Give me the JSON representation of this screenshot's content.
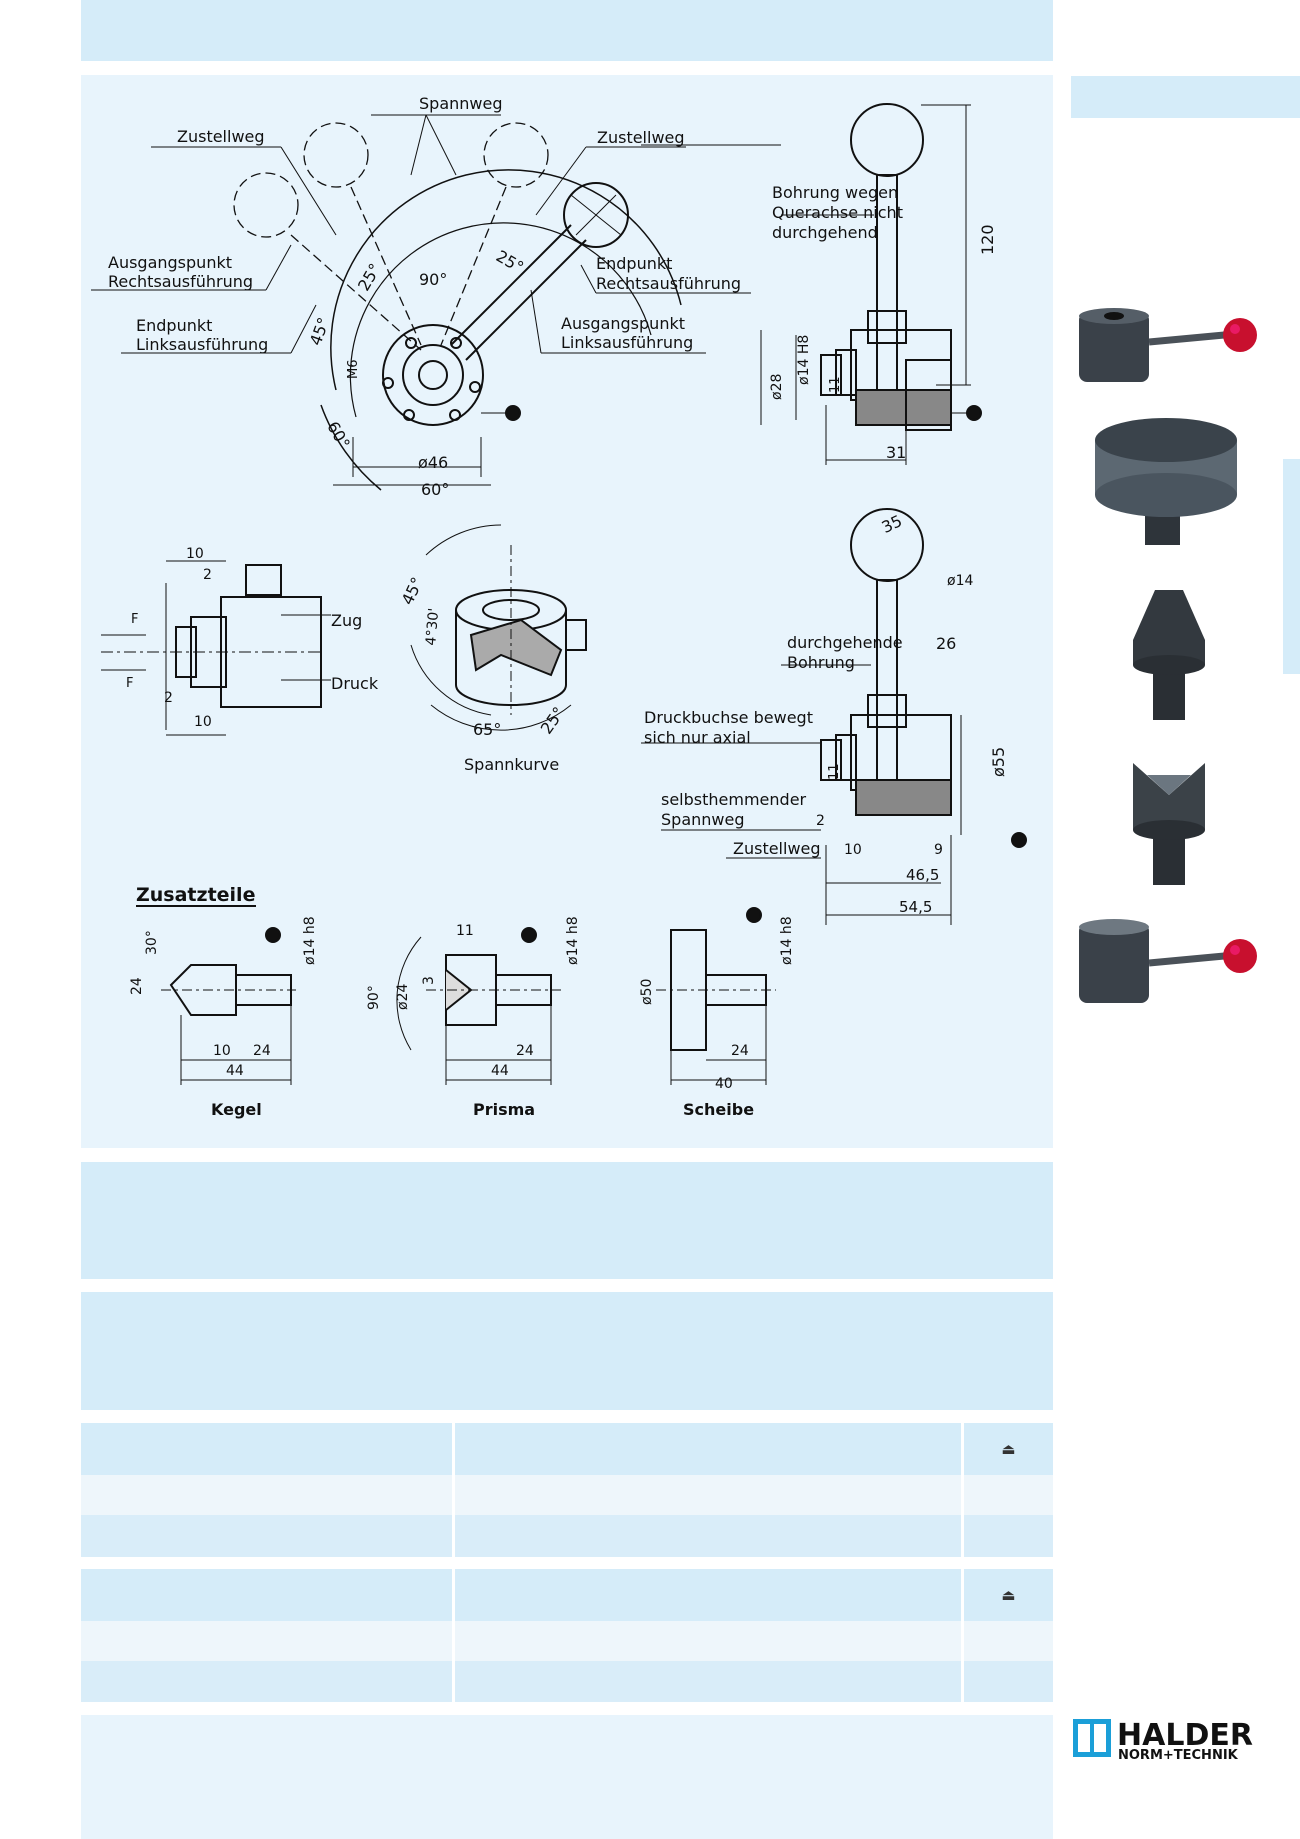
{
  "header": {
    "title": ""
  },
  "drawing": {
    "top": {
      "spannweg": "Spannweg",
      "zustellweg_left": "Zustellweg",
      "zustellweg_right": "Zustellweg",
      "ausgang_rechts_1": "Ausgangspunkt",
      "ausgang_rechts_2": "Rechtsausführung",
      "end_links_1": "Endpunkt",
      "end_links_2": "Linksausführung",
      "end_rechts_1": "Endpunkt",
      "end_rechts_2": "Rechtsausführung",
      "ausgang_links_1": "Ausgangspunkt",
      "ausgang_links_2": "Linksausführung",
      "a25_left": "25°",
      "a25_right": "25°",
      "a90": "90°",
      "a45": "45°",
      "a60": "60°",
      "m6": "M6",
      "d46": "ø46",
      "d60": "60°"
    },
    "side": {
      "bohrung_1": "Bohrung wegen",
      "bohrung_2": "Querachse nicht",
      "bohrung_3": "durchgehend",
      "d120": "120",
      "d28": "ø28",
      "d14h8": "ø14 H8",
      "d11": "11",
      "d31": "31"
    },
    "zug": {
      "d10_top": "10",
      "d2_top": "2",
      "zug": "Zug",
      "druck": "Druck",
      "d2_bottom": "2",
      "d10_bottom": "10",
      "f": "F"
    },
    "kurve": {
      "a45": "45°",
      "a4_30": "4°30'",
      "a65": "65°",
      "a25": "25°",
      "spannkurve": "Spannkurve"
    },
    "side2": {
      "d35": "35",
      "d14": "ø14",
      "durch_1": "durchgehende",
      "durch_2": "Bohrung",
      "d26": "26",
      "druckbuchse_1": "Druckbuchse bewegt",
      "druckbuchse_2": "sich nur axial",
      "d55": "ø55",
      "selbst_1": "selbsthemmender",
      "selbst_2": "Spannweg",
      "d2": "2",
      "zustellweg": "Zustellweg",
      "d10": "10",
      "d9": "9",
      "d46_5": "46,5",
      "d54_5": "54,5",
      "d11": "11"
    },
    "zusatz": {
      "title": "Zusatzteile",
      "kegel": {
        "name": "Kegel",
        "a30": "30°",
        "d24": "24",
        "d14h8": "ø14 h8",
        "d10": "10",
        "d24b": "24",
        "d44": "44"
      },
      "prisma": {
        "name": "Prisma",
        "d11": "11",
        "d14h8": "ø14 h8",
        "a90": "90°",
        "d24": "ø24",
        "d3": "3",
        "d24b": "24",
        "d44": "44"
      },
      "scheibe": {
        "name": "Scheibe",
        "d14h8": "ø14 h8",
        "d50": "ø50",
        "d24": "24",
        "d40": "40"
      }
    }
  },
  "tables": {
    "table1_icon": "⏏",
    "table2_icon": "⏏"
  },
  "logo": {
    "brand": "HALDER",
    "sub": "NORM+TECHNIK"
  },
  "colors": {
    "band": "#d5ecf9",
    "panel": "#e8f4fc",
    "logo_blue": "#1b9fd8",
    "logo_dark": "#1f2a37",
    "ball_red": "#c8102e"
  }
}
